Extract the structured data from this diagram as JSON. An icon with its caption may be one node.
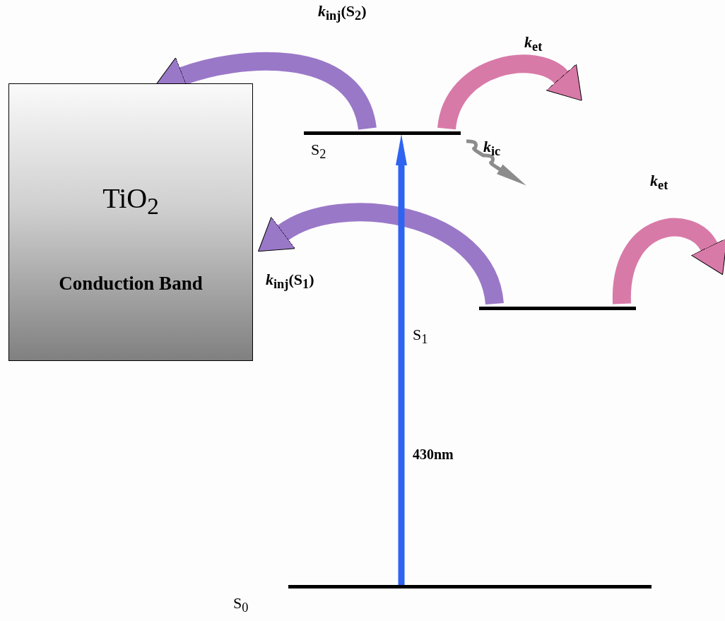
{
  "diagram": {
    "nodes": [
      {
        "text": [
          "TiO$_{2}$",
          "Conduction Band"
        ]
      },
      {
        "text": [],
        "shape": "bar",
        "beside": [
          "S$_{2}$"
        ]
      },
      {
        "text": [],
        "shape": "bar",
        "beside": [
          "S$_{1}$"
        ]
      },
      {
        "text": [],
        "shape": "bar",
        "beside": [
          "S$_{0}$"
        ]
      }
    ],
    "edges": [
      {
        "from": 1,
        "to": 0,
        "arrow": "to",
        "label": "*k*$_{inj}$(S$_{2}$)",
        "color": "#9a78c8"
      },
      {
        "from": 1,
        "to": null,
        "arrow": "to",
        "label": "*k*$_{et}$",
        "color": "#d87aa8"
      },
      {
        "from": 1,
        "to": null,
        "arrow": "to",
        "label": "*k*$_{ic}$",
        "color": "#8c8c8c"
      },
      {
        "from": 2,
        "to": 0,
        "arrow": "to",
        "label": "*k*$_{inj}$(S$_{1}$)",
        "color": "#9a78c8"
      },
      {
        "from": 2,
        "to": null,
        "arrow": "to",
        "label": "*k*$_{et}$",
        "color": "#d87aa8"
      },
      {
        "from": 3,
        "to": 1,
        "arrow": "to",
        "label": "430nm",
        "color": "#2e64f0"
      }
    ]
  }
}
